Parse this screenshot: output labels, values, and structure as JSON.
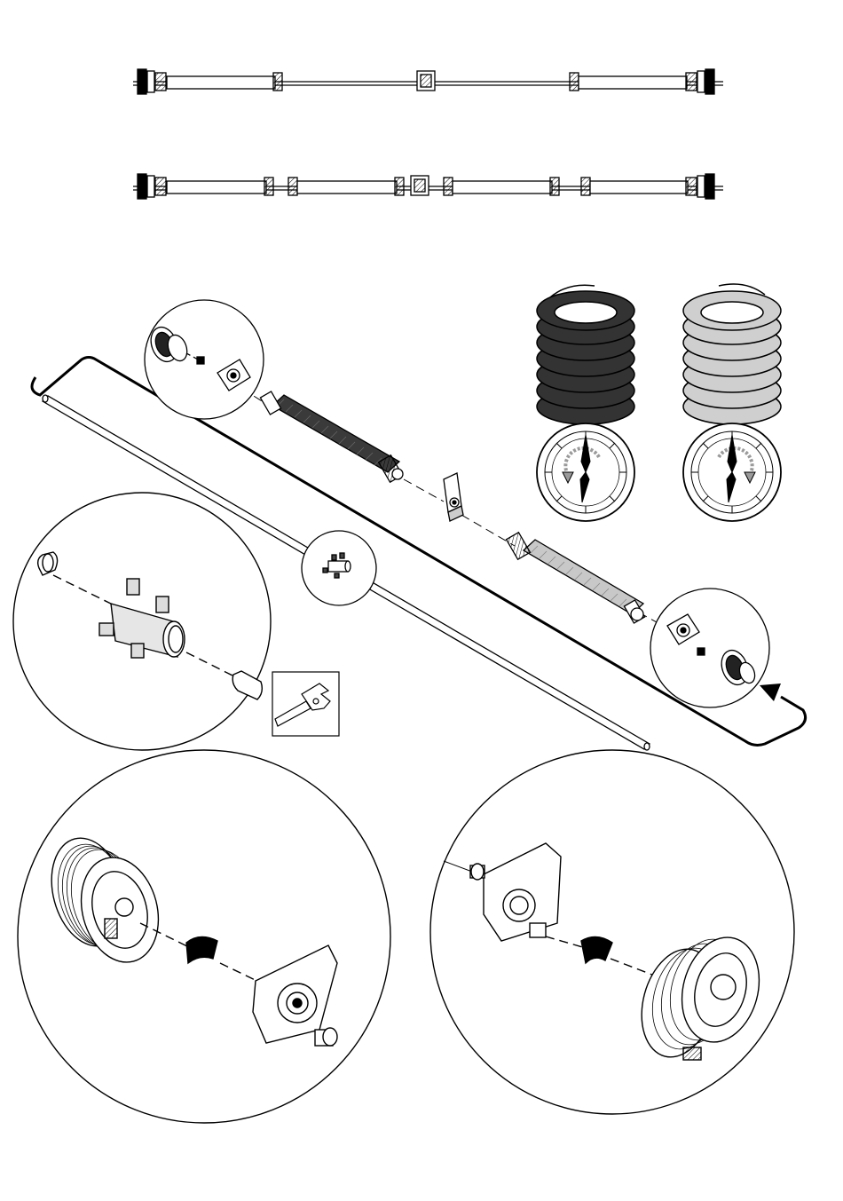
{
  "page": {
    "background": "#ffffff",
    "ink": "#000000"
  },
  "colors": {
    "black_spring": "#3a3a3a",
    "grey_spring": "#c8c8c8",
    "dark_coil": "#333333",
    "light_coil": "#cfcfcf",
    "gauge_arrow": "#9a9a9a"
  },
  "overview": {
    "layout_a": {
      "springs": 2,
      "center_bracket": true
    },
    "layout_b": {
      "springs": 4,
      "center_bracket": true
    }
  },
  "springs": [
    {
      "name": "left-spring",
      "color_key": "black_spring",
      "winding": "counterclockwise"
    },
    {
      "name": "right-spring",
      "color_key": "grey_spring",
      "winding": "clockwise"
    }
  ],
  "icons": {
    "wrench": "wrench-icon",
    "gauge": "clock-dial-icon",
    "drum": "cable-drum-icon",
    "bearing_plate": "bearing-plate-icon",
    "coupler": "shaft-coupler-icon"
  }
}
